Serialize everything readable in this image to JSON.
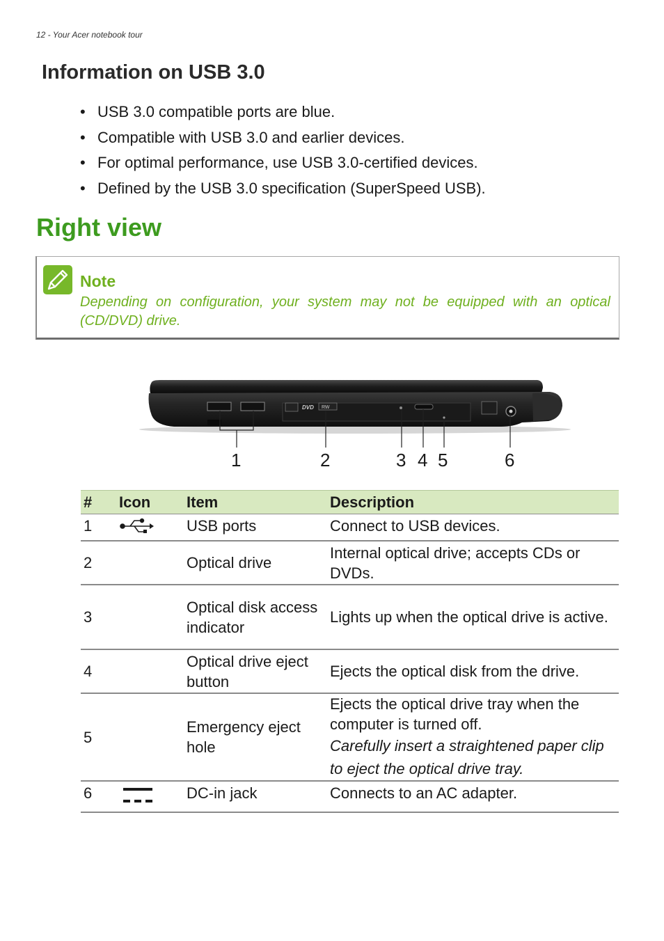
{
  "page": {
    "running_header": "12 - Your Acer notebook tour"
  },
  "usb_section": {
    "heading": "Information on USB 3.0",
    "bullets": [
      "USB 3.0 compatible ports are blue.",
      "Compatible with USB 3.0 and earlier devices.",
      "For optimal performance, use USB 3.0-certified devices.",
      "Defined by the USB 3.0 specification (SuperSpeed USB)."
    ],
    "bullet_glyph": "•"
  },
  "right_view": {
    "heading": "Right view",
    "note": {
      "icon": "pencil-icon",
      "title": "Note",
      "body": "Depending on configuration, your system may not be equipped with an optical (CD/DVD) drive."
    },
    "figure": {
      "callouts": [
        "1",
        "2",
        "3",
        "4",
        "5",
        "6"
      ],
      "port_markings": [
        "DVD",
        "RW"
      ]
    },
    "table": {
      "headers": {
        "num": "#",
        "icon": "Icon",
        "item": "Item",
        "description": "Description"
      },
      "rows": [
        {
          "num": "1",
          "icon": "usb-icon",
          "item": "USB ports",
          "description": "Connect to USB devices.",
          "note": ""
        },
        {
          "num": "2",
          "icon": "",
          "item": "Optical drive",
          "description": "Internal optical drive; accepts CDs or DVDs.",
          "note": ""
        },
        {
          "num": "3",
          "icon": "",
          "item": "Optical disk access indicator",
          "description": "Lights up when the optical drive is active.",
          "note": ""
        },
        {
          "num": "4",
          "icon": "",
          "item": "Optical drive eject button",
          "description": "Ejects the optical disk from the drive.",
          "note": ""
        },
        {
          "num": "5",
          "icon": "",
          "item": "Emergency eject hole",
          "description": "Ejects the optical drive tray when the computer is turned off.",
          "note": "Carefully insert a straightened paper clip to eject the optical drive tray."
        },
        {
          "num": "6",
          "icon": "dc-in-icon",
          "item": "DC-in jack",
          "description": "Connects to an AC adapter.",
          "note": ""
        }
      ]
    }
  },
  "colors": {
    "accent_green": "#3d9b1f",
    "note_green": "#6fb01f",
    "header_row": "#d8e9c0"
  }
}
